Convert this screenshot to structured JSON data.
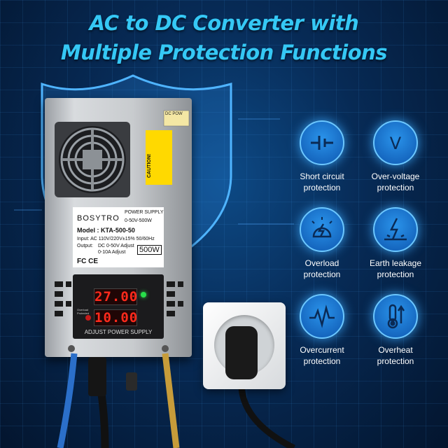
{
  "headline": {
    "line1": "AC to DC Converter with",
    "line2": "Multiple Protection Functions"
  },
  "features": [
    {
      "icon": "short-circuit-icon",
      "line1": "Short circuit",
      "line2": "protection"
    },
    {
      "icon": "over-voltage-icon",
      "line1": "Over-voltage",
      "line2": "protection"
    },
    {
      "icon": "overload-icon",
      "line1": "Overload",
      "line2": "protection"
    },
    {
      "icon": "earth-leakage-icon",
      "line1": "Earth leakage",
      "line2": "protection"
    },
    {
      "icon": "overcurrent-icon",
      "line1": "Overcurrent",
      "line2": "protection"
    },
    {
      "icon": "overheat-icon",
      "line1": "Overheat",
      "line2": "protection"
    }
  ],
  "device": {
    "brand": "BOSYTRO",
    "type": "POWER SUPPLY",
    "range": "0-50V-500W",
    "model": "Model : KTA-500-50",
    "input": "Input: AC 110V/220V±15%  50/60Hz",
    "output_label": "Output:",
    "output_line1": "DC 0-50V Adjust",
    "output_line2": "0-10A Adjust",
    "power": "500W",
    "certs": "FC CE",
    "caution": "CAUTION!",
    "voltage_display": "27.00",
    "current_display": "10.00",
    "panel_label": "ADJUST POWER SUPPLY",
    "overload": "Overload Protected",
    "dc_power": "DC POW"
  },
  "colors": {
    "headline": "#35c8f5",
    "background": "#072a55",
    "icon_fill": "#1a76d2",
    "display_red": "#ff2a1c"
  }
}
